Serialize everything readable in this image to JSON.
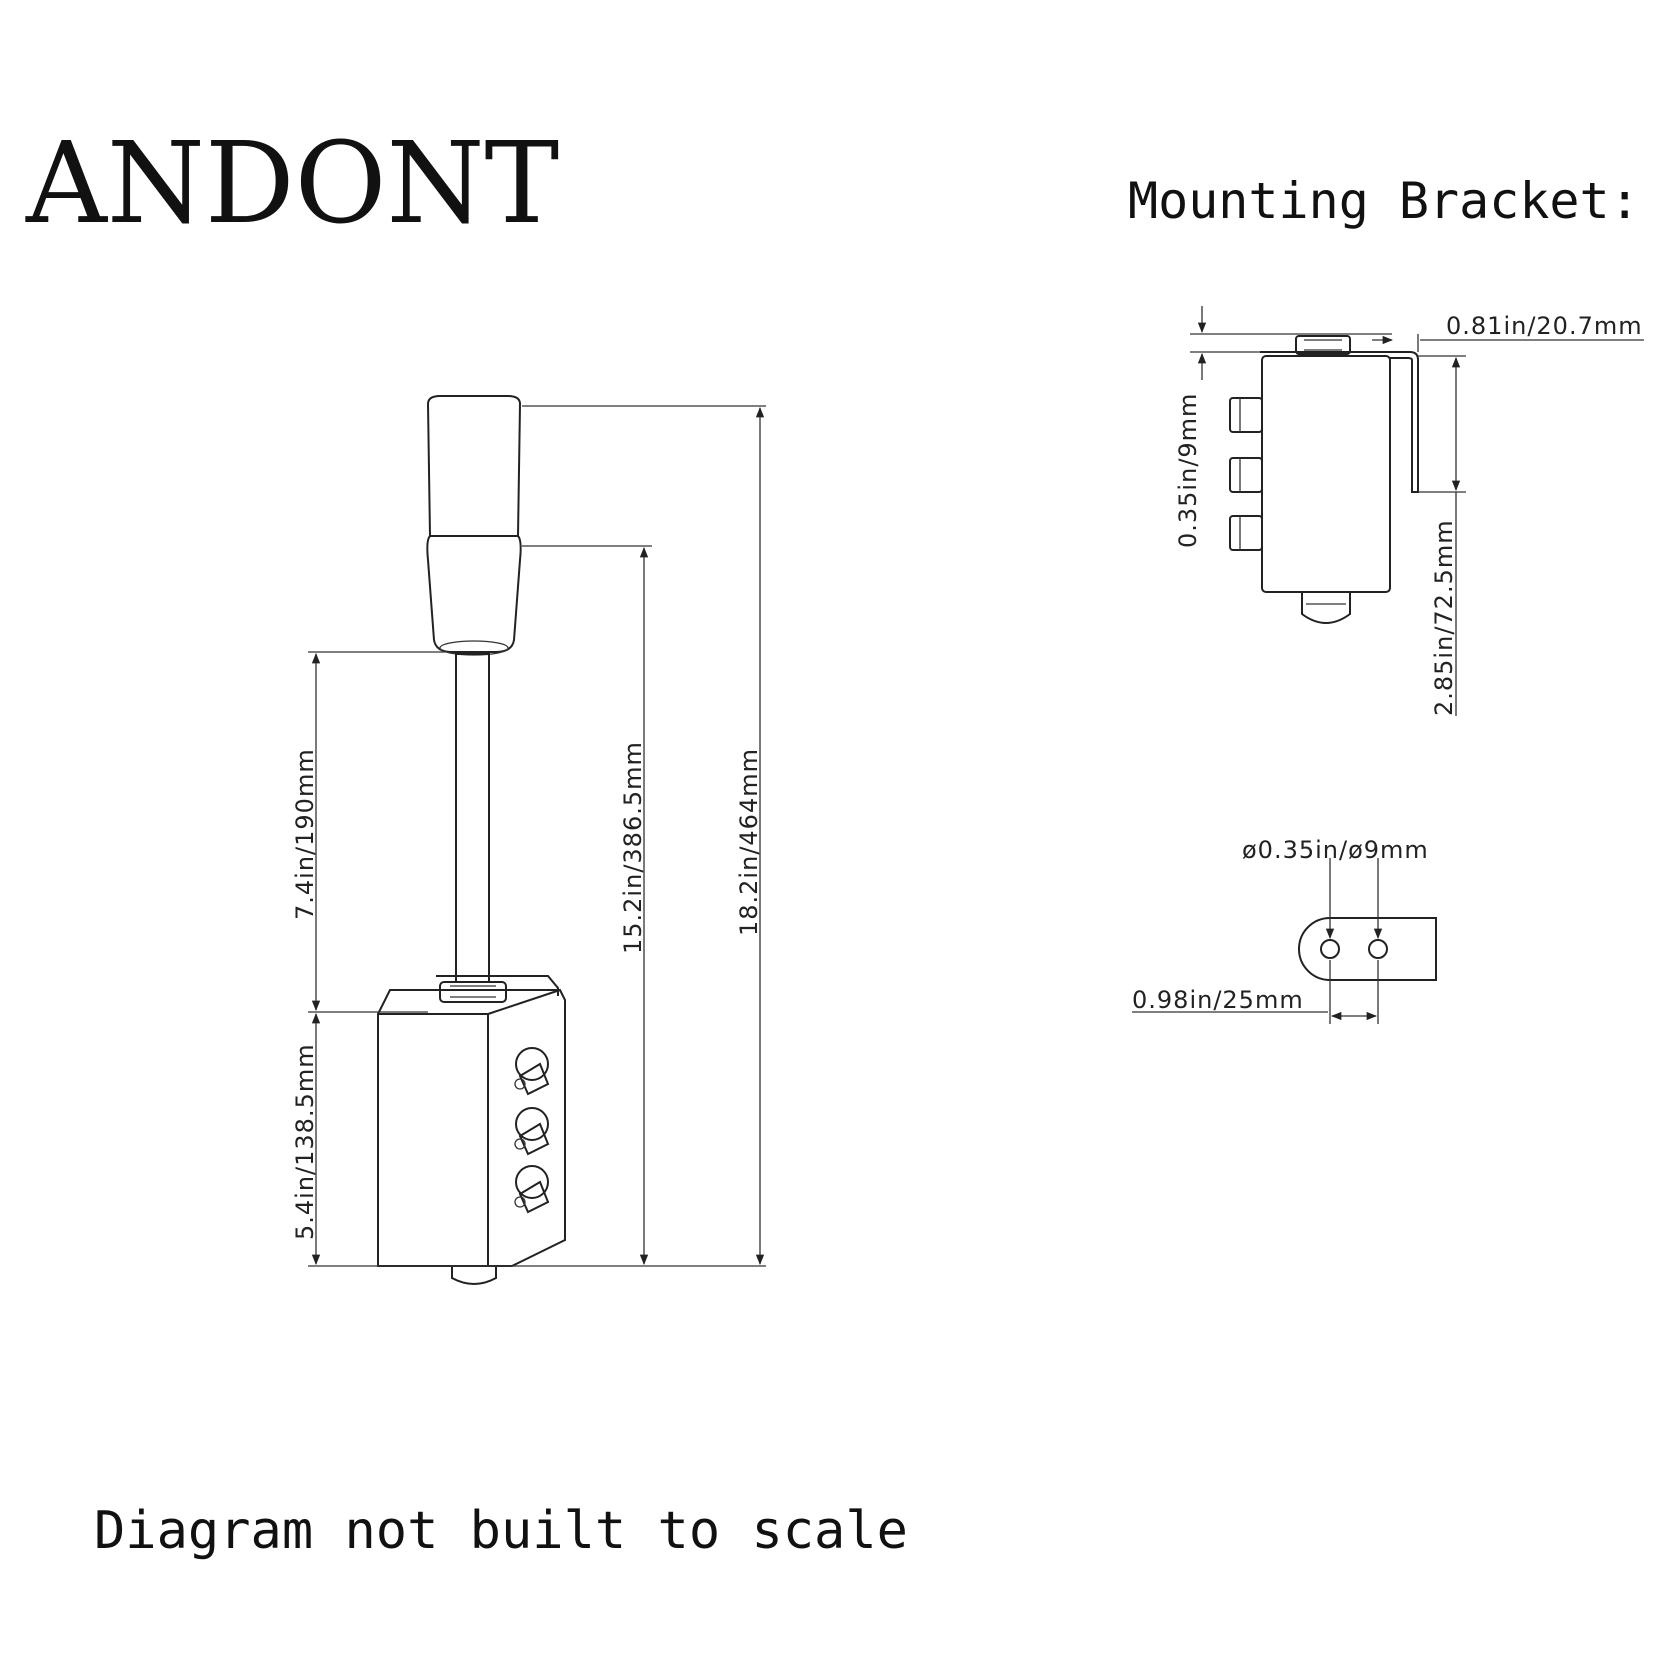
{
  "brand": "ANDONT",
  "bracket_heading": "Mounting Bracket:",
  "footer_note": "Diagram not built to scale",
  "dimensions": {
    "pole_length": "7.4in/190mm",
    "box_height": "5.4in/138.5mm",
    "mid_height": "15.2in/386.5mm",
    "total_height": "18.2in/464mm",
    "bracket_top_gap": "0.35in/9mm",
    "bracket_depth": "0.81in/20.7mm",
    "bracket_height": "2.85in/72.5mm",
    "hole_diameter": "ø0.35in/ø9mm",
    "hole_spacing": "0.98in/25mm"
  },
  "colors": {
    "line": "#222222",
    "background": "#ffffff"
  }
}
